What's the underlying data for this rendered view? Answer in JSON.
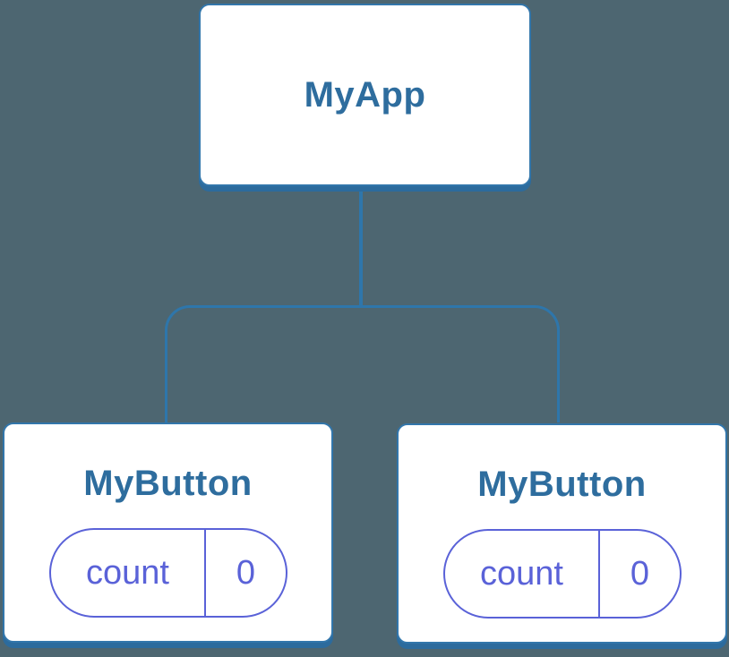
{
  "diagram": {
    "type": "component-tree",
    "root": {
      "label": "MyApp"
    },
    "children": [
      {
        "label": "MyButton",
        "state": {
          "key": "count",
          "value": "0"
        }
      },
      {
        "label": "MyButton",
        "state": {
          "key": "count",
          "value": "0"
        }
      }
    ]
  },
  "colors": {
    "background": "#4D6671",
    "connector": "#2E76AB",
    "card_fill": "#FFFFFF",
    "card_border": "#3276AB",
    "card_shadow": "#2C6B9D",
    "title_text": "#2E6D9E",
    "state_accent": "#5A62D8"
  }
}
